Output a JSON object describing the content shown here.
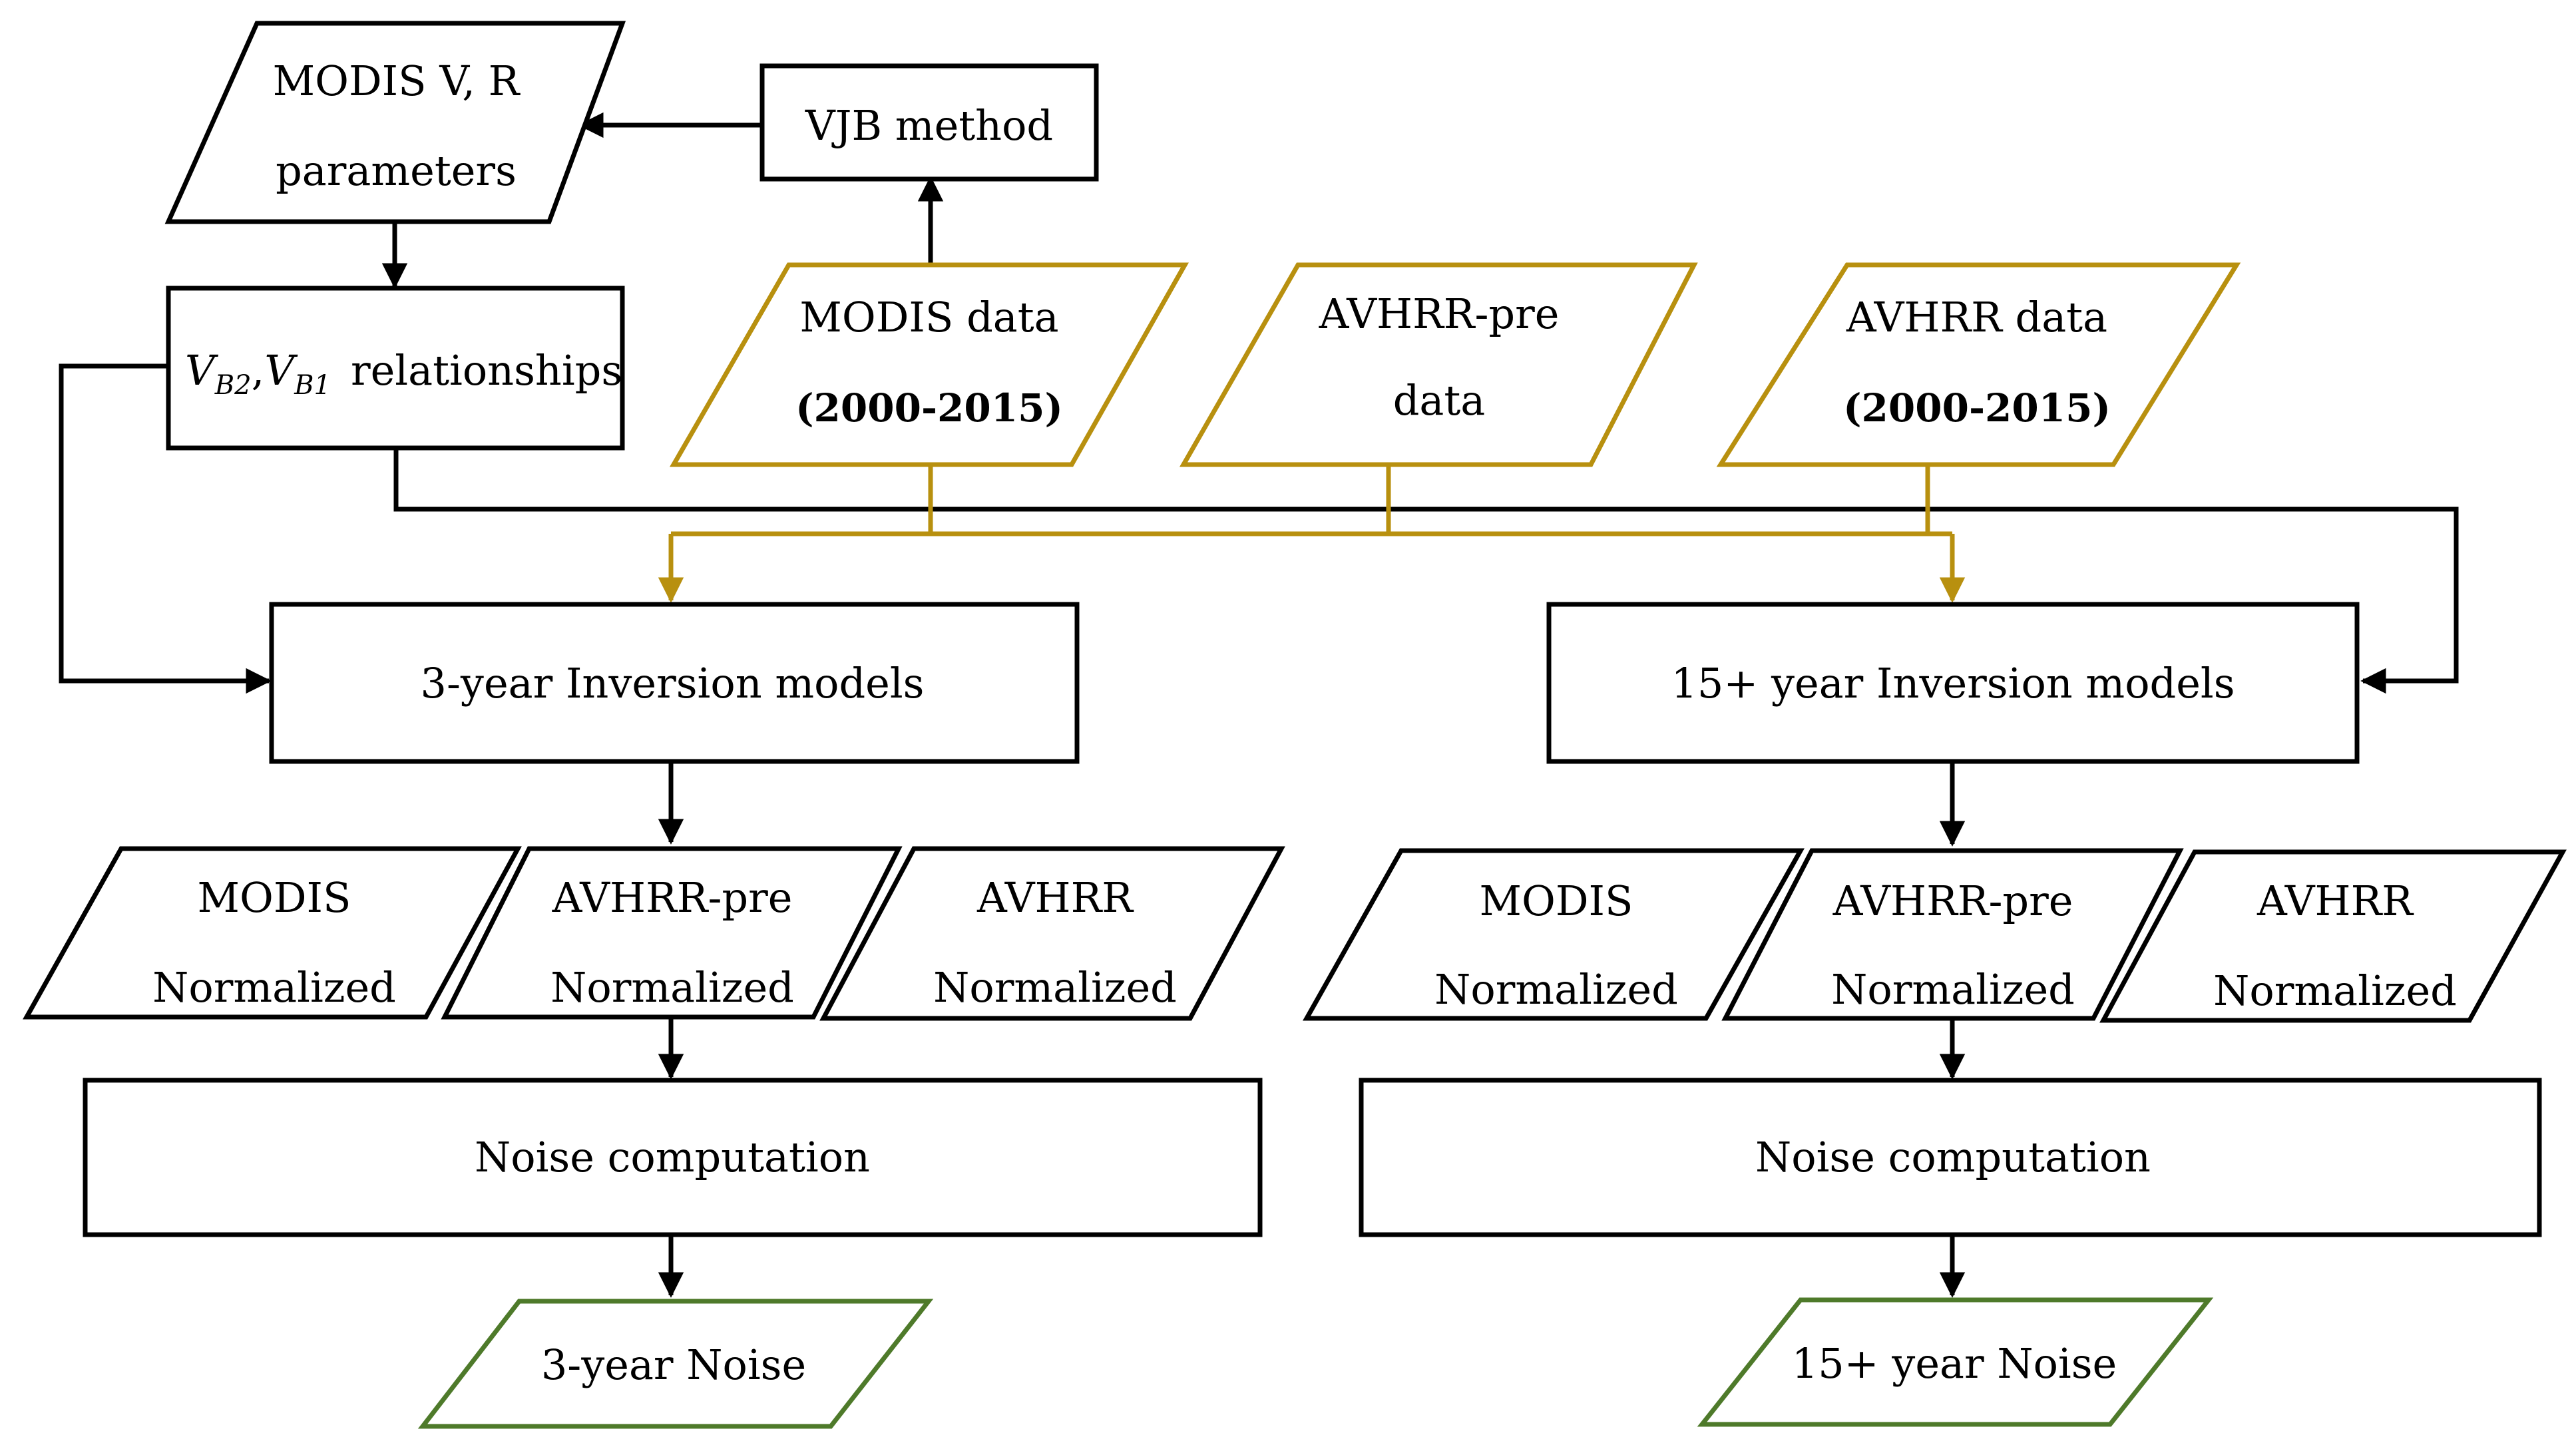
{
  "colors": {
    "black": "#000000",
    "gold": "#B8900F",
    "green": "#4E7A2A"
  },
  "inputs": {
    "modis_params": {
      "line1": "MODIS V, R",
      "line2": "parameters"
    },
    "vjb_method": "VJB method",
    "relationships": {
      "v": "V",
      "b2": "B2",
      "sep": ",",
      "b1": "B1",
      "text": "relationships"
    },
    "modis_data": {
      "line1": "MODIS data",
      "line2": "(2000-2015)"
    },
    "avhrr_pre_data": {
      "line1": "AVHRR-pre",
      "line2": "data"
    },
    "avhrr_data": {
      "line1": "AVHRR data",
      "line2": "(2000-2015)"
    }
  },
  "left": {
    "model": "3-year Inversion models",
    "normalized": [
      {
        "line1": "MODIS",
        "line2": "Normalized"
      },
      {
        "line1": "AVHRR-pre",
        "line2": "Normalized"
      },
      {
        "line1": "AVHRR",
        "line2": "Normalized"
      }
    ],
    "noise_computation": "Noise computation",
    "output": "3-year Noise"
  },
  "right": {
    "model": "15+ year Inversion models",
    "normalized": [
      {
        "line1": "MODIS",
        "line2": "Normalized"
      },
      {
        "line1": "AVHRR-pre",
        "line2": "Normalized"
      },
      {
        "line1": "AVHRR",
        "line2": "Normalized"
      }
    ],
    "noise_computation": "Noise computation",
    "output": "15+ year Noise"
  }
}
